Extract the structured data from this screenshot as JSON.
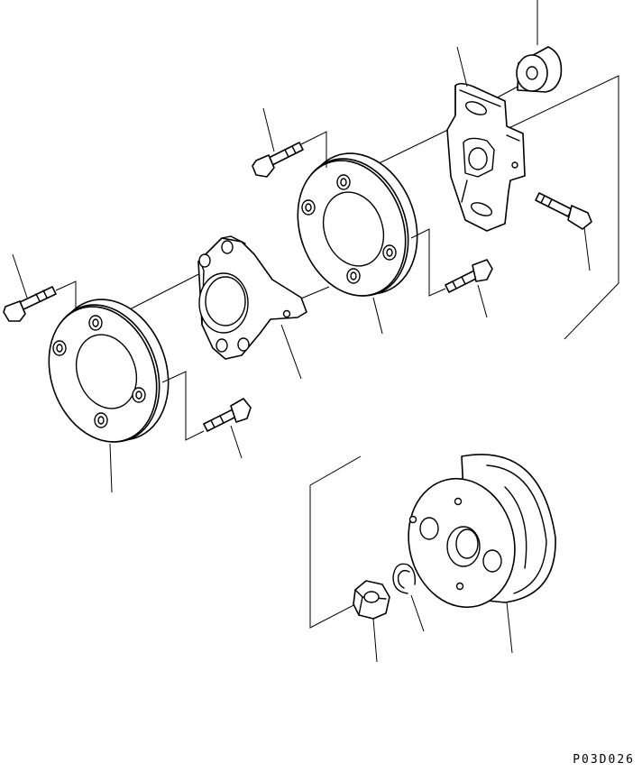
{
  "drawing_code": "P03D026",
  "parts": [
    {
      "id": "spacer-collar",
      "icon": "spacer-collar-icon"
    },
    {
      "id": "yoke-bracket",
      "icon": "yoke-bracket-icon"
    },
    {
      "id": "upper-flange-bolt",
      "icon": "bolt-icon"
    },
    {
      "id": "right-disc-plate",
      "icon": "disc-plate-icon"
    },
    {
      "id": "yoke-bolt",
      "icon": "bolt-icon"
    },
    {
      "id": "bearing-holder",
      "icon": "bearing-holder-icon"
    },
    {
      "id": "left-flange-bolt",
      "icon": "bolt-icon"
    },
    {
      "id": "left-disc-plate",
      "icon": "disc-plate-icon"
    },
    {
      "id": "lower-flange-bolt",
      "icon": "bolt-icon"
    },
    {
      "id": "plate-bolt",
      "icon": "bolt-icon"
    },
    {
      "id": "pulley",
      "icon": "pulley-icon"
    },
    {
      "id": "snap-ring",
      "icon": "snap-ring-icon"
    },
    {
      "id": "hex-nut",
      "icon": "hex-nut-icon"
    }
  ]
}
